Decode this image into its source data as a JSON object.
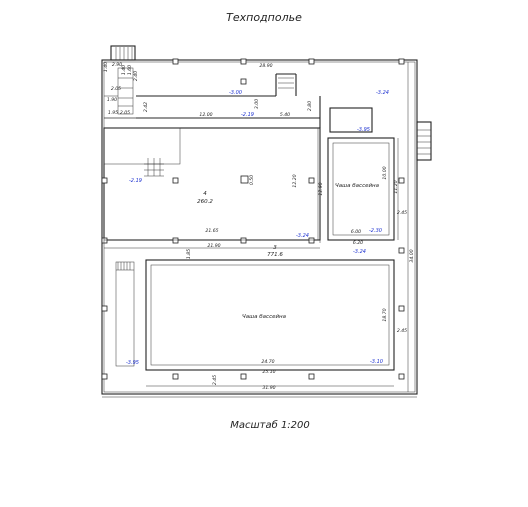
{
  "title": "Техподполье",
  "scale": "Масштаб 1:200",
  "rooms": [
    {
      "id": "4",
      "area": "260.2"
    },
    {
      "id": "3",
      "area": "771.6"
    }
  ],
  "pool_labels": [
    "Чаша бассейна",
    "Чаша бассейна"
  ],
  "levels": [
    "-3.00",
    "-2.19",
    "-3.24",
    "-3.95",
    "-2.19",
    "-3.24",
    "-2.30",
    "-3.24",
    "-3.95",
    "-3.10"
  ],
  "dimensions": {
    "top_total": "28.90",
    "upper_corridor": "12.00",
    "upper_right": "5.40",
    "corridor_h1": "3.00",
    "corridor_h2": "2.80",
    "hall_width": "21.65",
    "hall_height": "12.20",
    "mid_gap": "0.50",
    "mid_height": "12.90",
    "total_span": "21.90",
    "left_gap": "1.85",
    "pool_small_w": "6.00",
    "pool_small_h": "10.00",
    "pool_small_side": "11.20",
    "pool_small_outer": "6.20",
    "right_gap_1": "2.45",
    "right_total": "34.00",
    "pool_big_h": "18.70",
    "right_gap_2": "2.45",
    "pool_big_w": "24.70",
    "pool_big_outer": "25.10",
    "bottom_gap": "2.45",
    "bottom_total": "31.90",
    "stair_1": "1.40",
    "stair_2": "2.90",
    "stair_3": "1.40",
    "stair_4": "1.60",
    "stair_5": "2.40",
    "stair_6": "2.05",
    "stair_7": "1.95",
    "stair_8": "2.05",
    "stair_9": "2.42",
    "stair_10": "1.90"
  }
}
